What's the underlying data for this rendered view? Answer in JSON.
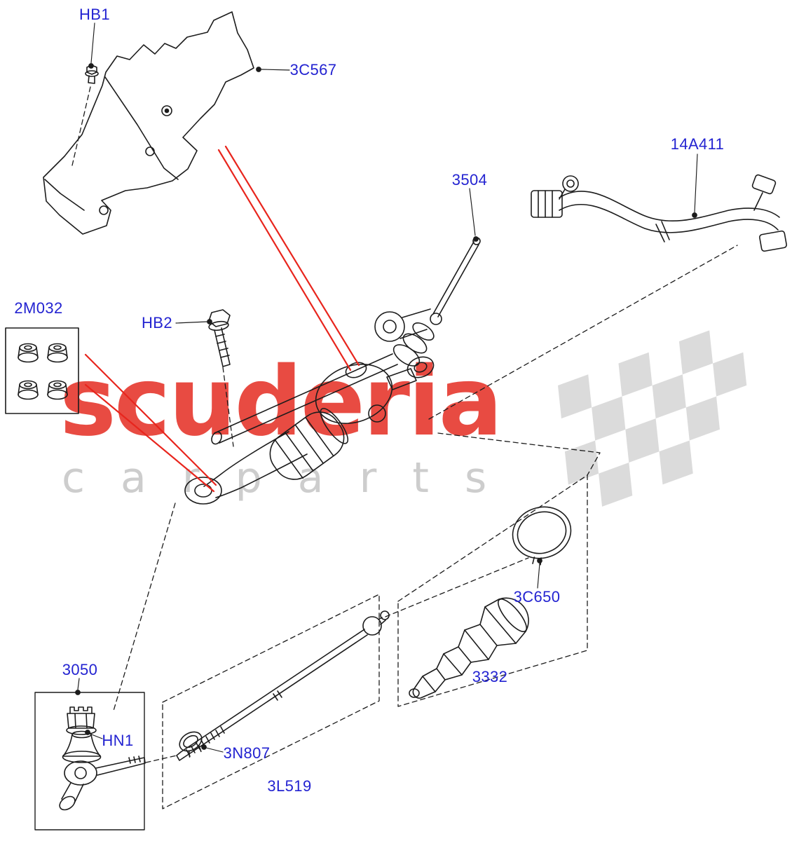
{
  "diagram": {
    "part_labels": [
      {
        "id": "HB1"
      },
      {
        "id": "3C567"
      },
      {
        "id": "14A411"
      },
      {
        "id": "3504"
      },
      {
        "id": "2M032"
      },
      {
        "id": "HB2"
      },
      {
        "id": "3C650"
      },
      {
        "id": "3332"
      },
      {
        "id": "3050"
      },
      {
        "id": "HN1"
      },
      {
        "id": "3N807"
      },
      {
        "id": "3L519"
      }
    ],
    "label_color": "#2323d1",
    "line_color": "#1c1c1c",
    "callout_color": "#e8251d"
  },
  "watermark": {
    "brand": "scuderia",
    "subtext": "c a r p a r t s",
    "brand_color": "#e5372e",
    "subtext_color": "#cdcdcd",
    "flag_color": "#dbdbdb"
  }
}
